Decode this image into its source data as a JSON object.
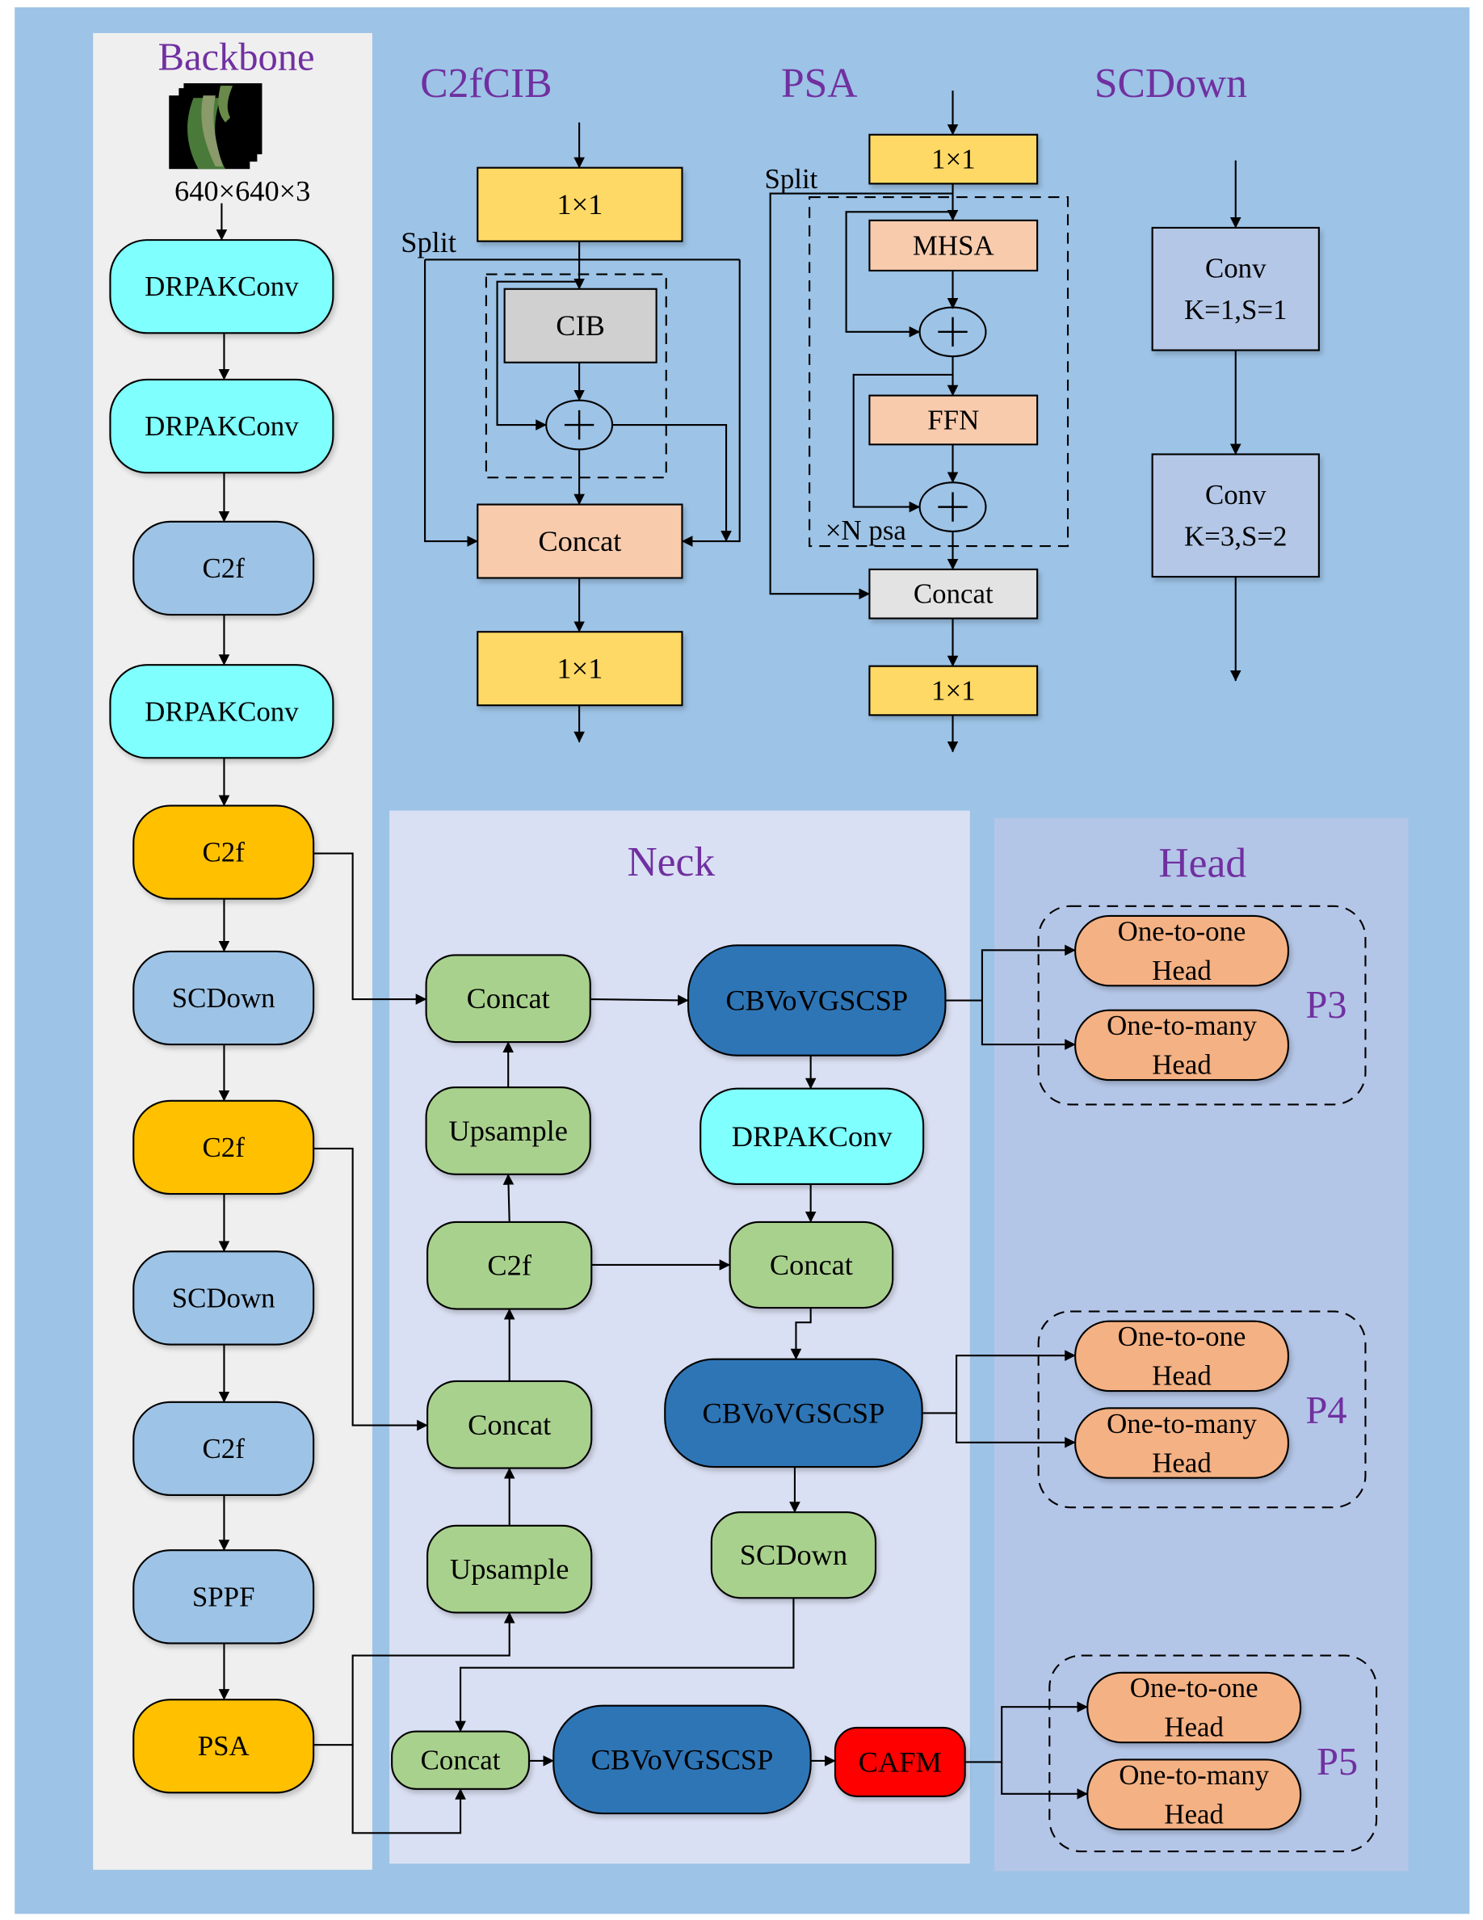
{
  "colors": {
    "page_bg": "#9dc3e6",
    "backbone_panel": "#efefef",
    "neck_panel": "#dae0f3",
    "head_panel": "#b4c6e7",
    "title_text": "#7030a0",
    "drpakconv": "#80ffff",
    "c2f_plain": "#9dc3e6",
    "c2f_highlight": "#ffc000",
    "neck_green": "#a9d18e",
    "cbvovgscsp": "#2e75b6",
    "cafm": "#ff0000",
    "head_orange": "#f4b183",
    "conv_yellow": "#ffd966",
    "concat_peach": "#f8cbad",
    "cib_gray": "#d0d0d0",
    "psa_concat_gray": "#e3e3e3",
    "scdown_conv": "#b4c7e7"
  },
  "titles": {
    "backbone": "Backbone",
    "c2fcib": "C2fCIB",
    "psa": "PSA",
    "scdown": "SCDown",
    "neck": "Neck",
    "head": "Head"
  },
  "input": {
    "image_alt": "leaf-image-stack",
    "size_label": "640×640×3"
  },
  "backbone": {
    "nodes": [
      {
        "id": "b1",
        "label": "DRPAKConv",
        "kind": "drpakconv"
      },
      {
        "id": "b2",
        "label": "DRPAKConv",
        "kind": "drpakconv"
      },
      {
        "id": "b3",
        "label": "C2f",
        "kind": "c2f_plain"
      },
      {
        "id": "b4",
        "label": "DRPAKConv",
        "kind": "drpakconv"
      },
      {
        "id": "b5",
        "label": "C2f",
        "kind": "c2f_highlight"
      },
      {
        "id": "b6",
        "label": "SCDown",
        "kind": "c2f_plain"
      },
      {
        "id": "b7",
        "label": "C2f",
        "kind": "c2f_highlight"
      },
      {
        "id": "b8",
        "label": "SCDown",
        "kind": "c2f_plain"
      },
      {
        "id": "b9",
        "label": "C2f",
        "kind": "c2f_plain"
      },
      {
        "id": "b10",
        "label": "SPPF",
        "kind": "c2f_plain"
      },
      {
        "id": "b11",
        "label": "PSA",
        "kind": "c2f_highlight"
      }
    ]
  },
  "c2fcib": {
    "split_label": "Split",
    "top_conv": "1×1",
    "cib": "CIB",
    "add_symbol": "+",
    "concat": "Concat",
    "bottom_conv": "1×1"
  },
  "psa_block": {
    "split_label": "Split",
    "top_conv": "1×1",
    "mhsa": "MHSA",
    "ffn": "FFN",
    "add_symbol": "+",
    "repeat_label": "×N psa",
    "concat": "Concat",
    "bottom_conv": "1×1"
  },
  "scdown_block": {
    "conv1": {
      "line1": "Conv",
      "line2": "K=1,S=1"
    },
    "conv2": {
      "line1": "Conv",
      "line2": "K=3,S=2"
    }
  },
  "neck": {
    "concat1": "Concat",
    "upsample1": "Upsample",
    "c2f": "C2f",
    "concat2": "Concat",
    "upsample2": "Upsample",
    "cbv1": "CBVoVGSCSP",
    "drpakconv": "DRPAKConv",
    "concat3": "Concat",
    "cbv2": "CBVoVGSCSP",
    "scdown": "SCDown",
    "concat4": "Concat",
    "cbv3": "CBVoVGSCSP",
    "cafm": "CAFM"
  },
  "head": {
    "groups": [
      {
        "level": "P3",
        "one_to_one": [
          "One-to-one",
          "Head"
        ],
        "one_to_many": [
          "One-to-many",
          "Head"
        ]
      },
      {
        "level": "P4",
        "one_to_one": [
          "One-to-one",
          "Head"
        ],
        "one_to_many": [
          "One-to-many",
          "Head"
        ]
      },
      {
        "level": "P5",
        "one_to_one": [
          "One-to-one",
          "Head"
        ],
        "one_to_many": [
          "One-to-many",
          "Head"
        ]
      }
    ]
  }
}
